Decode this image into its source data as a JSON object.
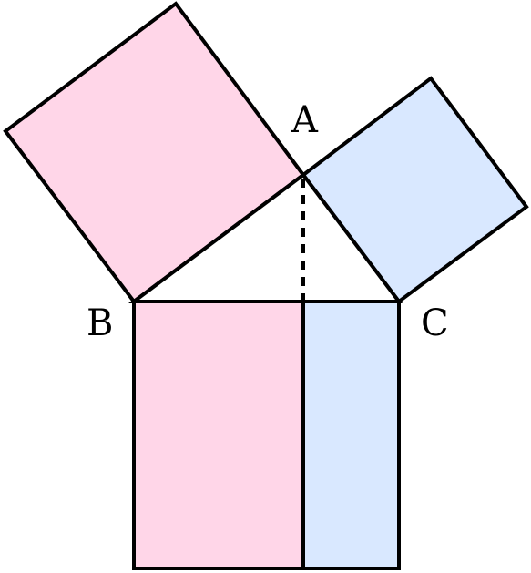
{
  "diagram": {
    "vertices": {
      "a_label": "A",
      "b_label": "B",
      "c_label": "C"
    },
    "colors": {
      "pink_fill": "#ffd6e8",
      "blue_fill": "#d9e8ff",
      "triangle_fill": "#ffffff",
      "line": "#000000"
    }
  }
}
